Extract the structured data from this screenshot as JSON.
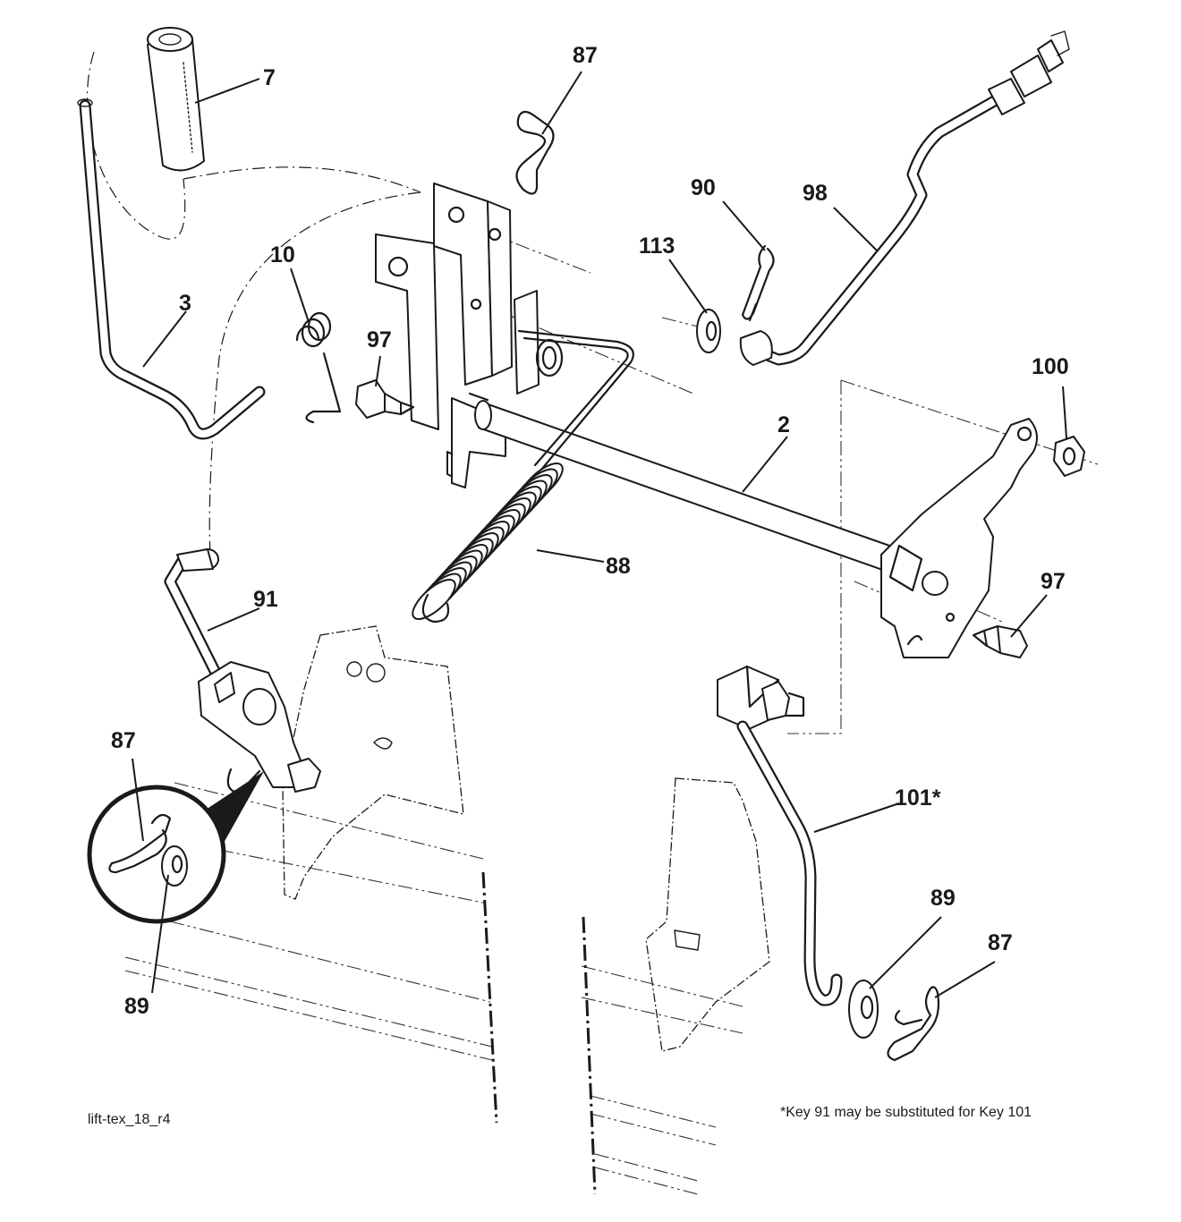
{
  "callouts": {
    "c7": "7",
    "c87_top": "87",
    "c90": "90",
    "c98": "98",
    "c113": "113",
    "c10": "10",
    "c3": "3",
    "c97_left": "97",
    "c100": "100",
    "c2": "2",
    "c88": "88",
    "c97_right": "97",
    "c91": "91",
    "c87_left": "87",
    "c89_left": "89",
    "c101": "101*",
    "c89_right": "89",
    "c87_right": "87"
  },
  "diagram_code": "lift-tex_18_r4",
  "footnote": "*Key 91 may be substituted for Key 101"
}
